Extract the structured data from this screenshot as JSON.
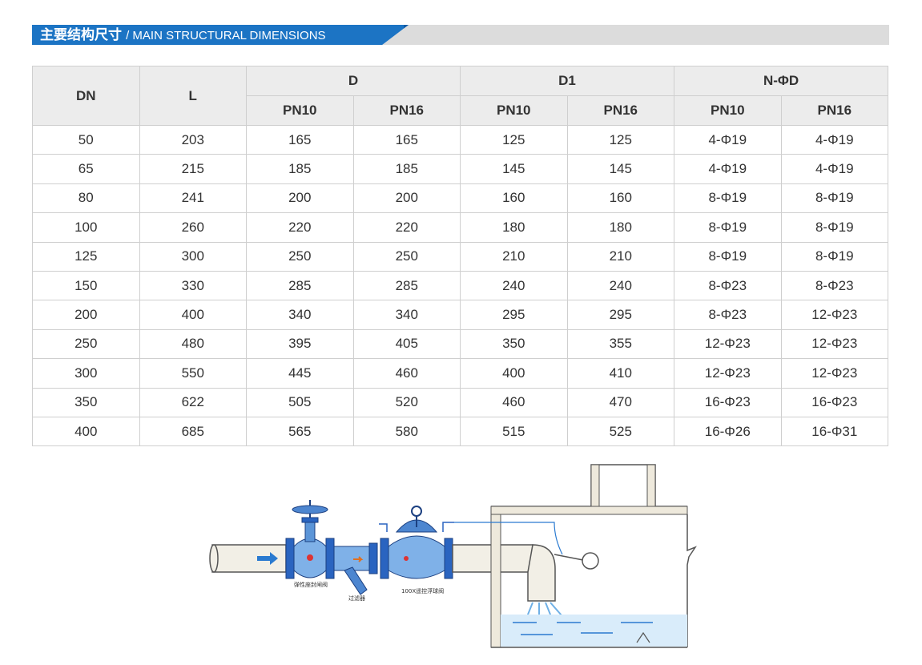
{
  "header": {
    "title_cn": "主要结构尺寸",
    "title_en": "/ MAIN STRUCTURAL DIMENSIONS",
    "accent_color": "#1c74c4"
  },
  "table": {
    "headers": {
      "dn": "DN",
      "l": "L",
      "d": "D",
      "d1": "D1",
      "nphid": "N-ΦD",
      "pn10": "PN10",
      "pn16": "PN16"
    },
    "rows": [
      [
        "50",
        "203",
        "165",
        "165",
        "125",
        "125",
        "4-Φ19",
        "4-Φ19"
      ],
      [
        "65",
        "215",
        "185",
        "185",
        "145",
        "145",
        "4-Φ19",
        "4-Φ19"
      ],
      [
        "80",
        "241",
        "200",
        "200",
        "160",
        "160",
        "8-Φ19",
        "8-Φ19"
      ],
      [
        "100",
        "260",
        "220",
        "220",
        "180",
        "180",
        "8-Φ19",
        "8-Φ19"
      ],
      [
        "125",
        "300",
        "250",
        "250",
        "210",
        "210",
        "8-Φ19",
        "8-Φ19"
      ],
      [
        "150",
        "330",
        "285",
        "285",
        "240",
        "240",
        "8-Φ23",
        "8-Φ23"
      ],
      [
        "200",
        "400",
        "340",
        "340",
        "295",
        "295",
        "8-Φ23",
        "12-Φ23"
      ],
      [
        "250",
        "480",
        "395",
        "405",
        "350",
        "355",
        "12-Φ23",
        "12-Φ23"
      ],
      [
        "300",
        "550",
        "445",
        "460",
        "400",
        "410",
        "12-Φ23",
        "12-Φ23"
      ],
      [
        "350",
        "622",
        "505",
        "520",
        "460",
        "470",
        "16-Φ23",
        "16-Φ23"
      ],
      [
        "400",
        "685",
        "565",
        "580",
        "515",
        "525",
        "16-Φ26",
        "16-Φ31"
      ]
    ]
  },
  "diagram": {
    "label_gate_valve": "弹性座封闸阀",
    "label_filter": "过滤器",
    "label_float_valve": "100X遥控浮球阀"
  }
}
